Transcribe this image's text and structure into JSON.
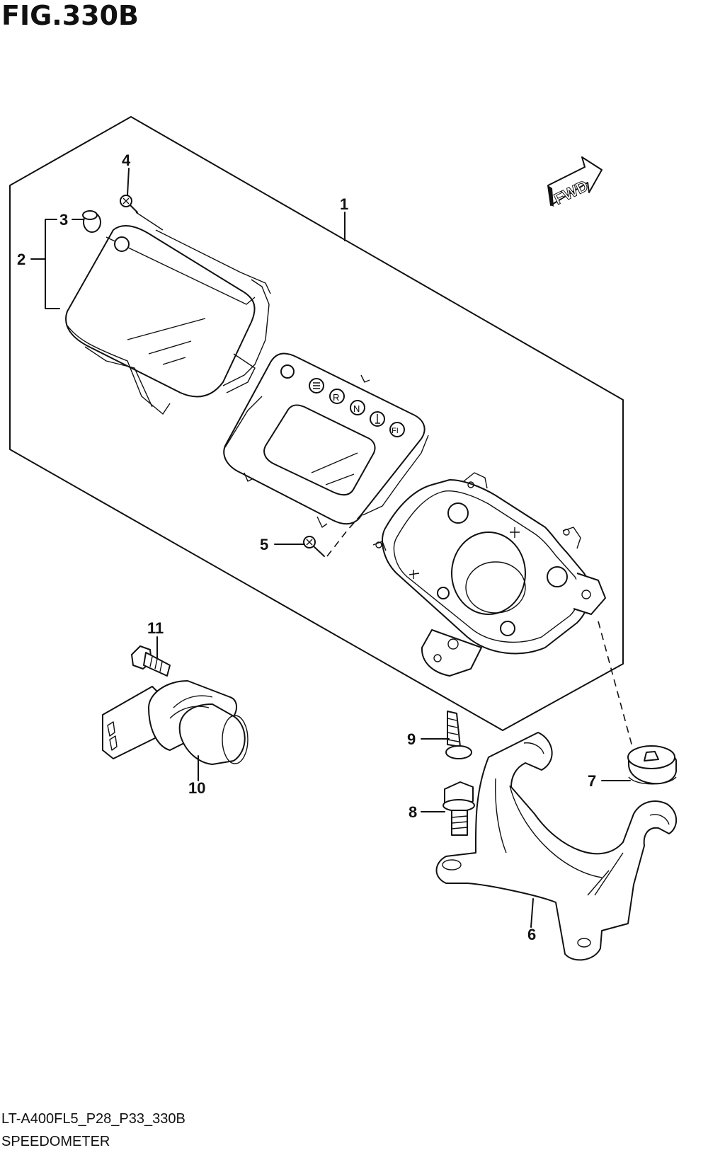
{
  "figure": {
    "title": "FIG.330B",
    "code": "LT-A400FL5_P28_P33_330B",
    "caption": "SPEEDOMETER",
    "direction_marker": "FWD"
  },
  "callouts": [
    {
      "id": "1",
      "label": "1"
    },
    {
      "id": "2",
      "label": "2"
    },
    {
      "id": "3",
      "label": "3"
    },
    {
      "id": "4",
      "label": "4"
    },
    {
      "id": "5",
      "label": "5"
    },
    {
      "id": "6",
      "label": "6"
    },
    {
      "id": "7",
      "label": "7"
    },
    {
      "id": "8",
      "label": "8"
    },
    {
      "id": "9",
      "label": "9"
    },
    {
      "id": "10",
      "label": "10"
    },
    {
      "id": "11",
      "label": "11"
    }
  ],
  "indicator_symbols": [
    "R",
    "N",
    "FI"
  ],
  "icons": [
    "light-icon",
    "temperature-icon"
  ]
}
